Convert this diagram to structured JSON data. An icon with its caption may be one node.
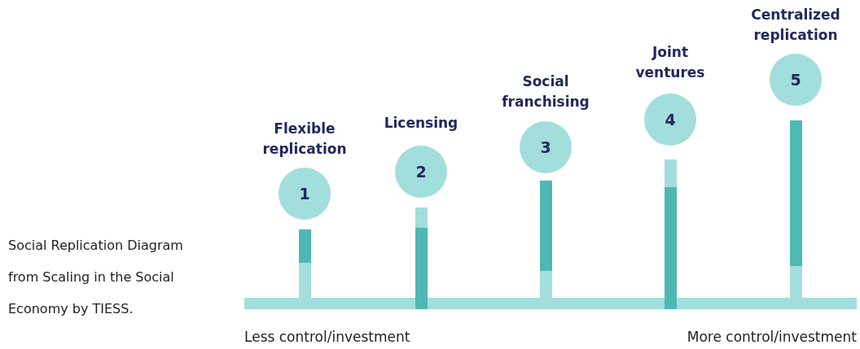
{
  "diagram": {
    "caption": "Social Replication Diagram from Scaling in the Social Economy by TIESS.",
    "nodes": [
      {
        "text": [
          "Flexible replication",
          "1"
        ]
      },
      {
        "text": [
          "Licensing",
          "2"
        ]
      },
      {
        "text": [
          "Social franchising",
          "3"
        ]
      },
      {
        "text": [
          "Joint ventures",
          "4"
        ]
      },
      {
        "text": [
          "Centralized replication",
          "5"
        ]
      }
    ],
    "labels": [
      "Less control/investment",
      "More control/investment"
    ]
  }
}
